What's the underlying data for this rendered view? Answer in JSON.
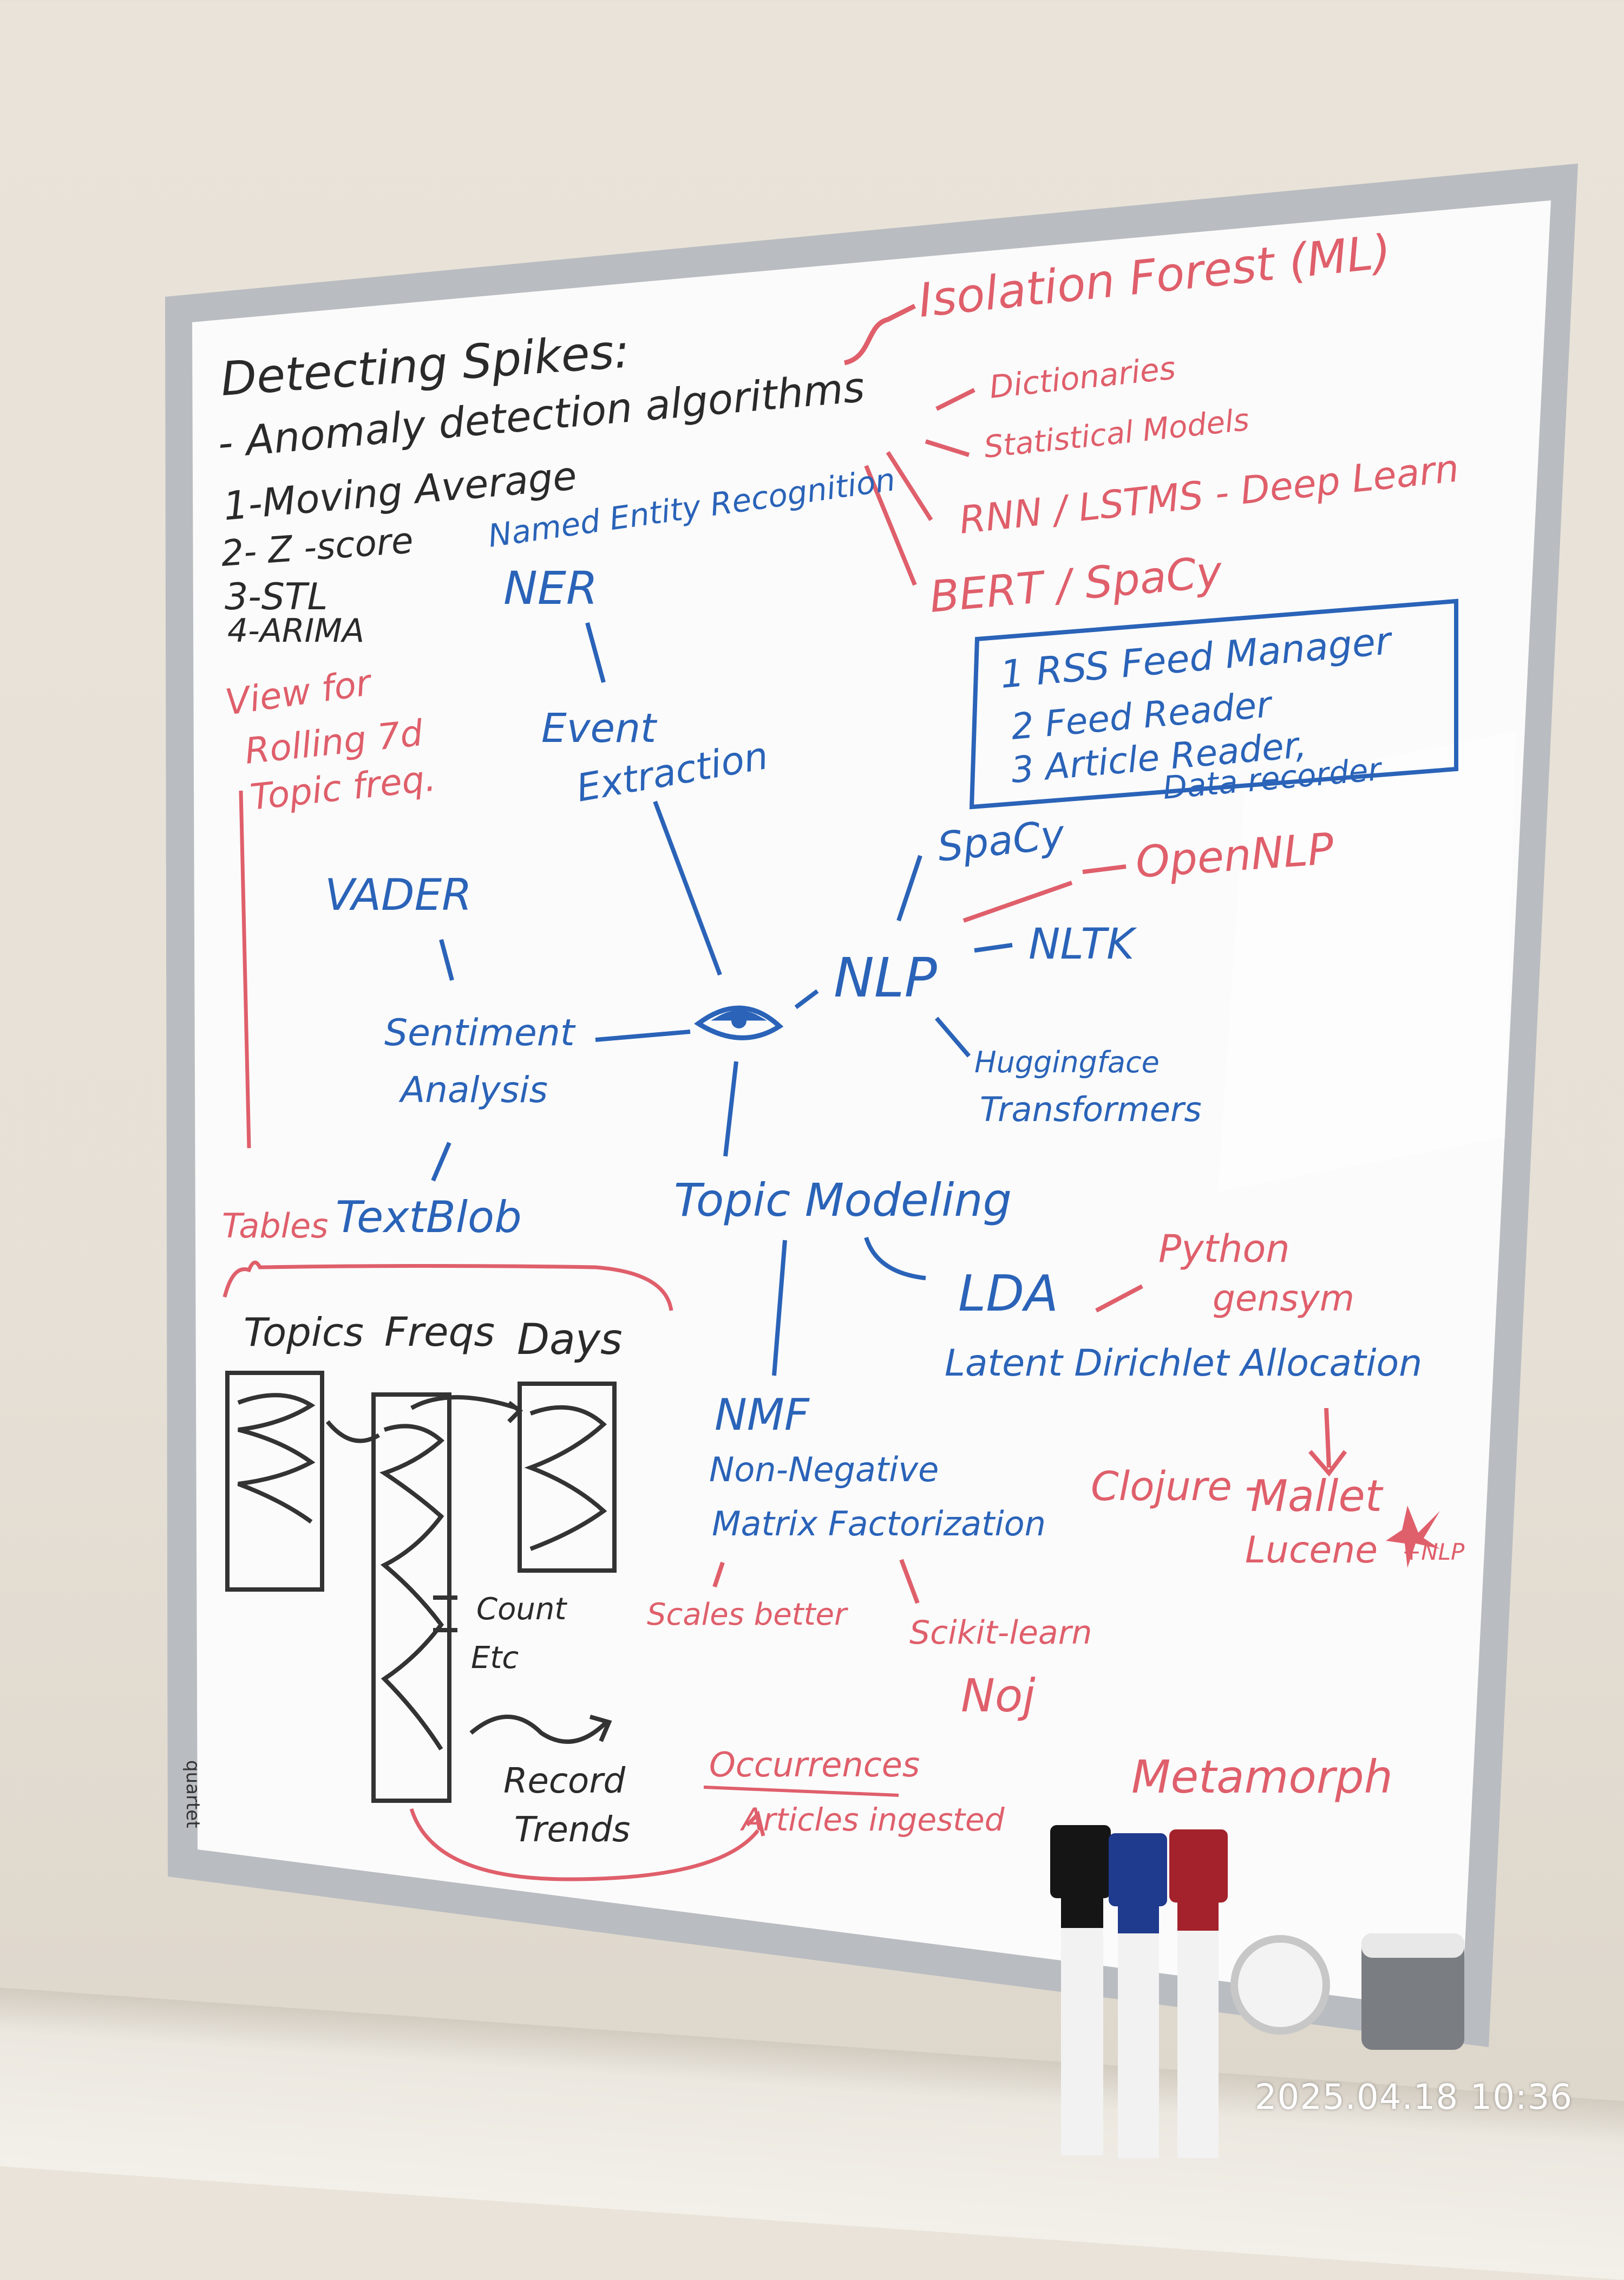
{
  "board": {
    "brand": "quartet",
    "anomaly": {
      "title": "Detecting Spikes:",
      "subtitle": "- Anomaly detection algorithms",
      "items": [
        "1-Moving Average",
        "2- Z -score",
        "3-STL",
        "4-ARIMA"
      ]
    },
    "isolation_forest": "Isolation Forest (ML)",
    "ner": {
      "title": "Named Entity Recognition",
      "abbr": "NER",
      "methods": [
        "Dictionaries",
        "Statistical Models",
        "RNN / LSTMS - Deep Learn",
        "BERT / SpaCy"
      ]
    },
    "event": {
      "line1": "Event",
      "line2": "Extraction"
    },
    "rss_box": {
      "items": [
        "1 RSS Feed Manager",
        "2 Feed Reader",
        "3 Article Reader,",
        "Data recorder"
      ]
    },
    "rolling": {
      "line1": "View for",
      "line2": "Rolling 7d",
      "line3": "Topic freq."
    },
    "nlp": {
      "center": "NLP",
      "libs": {
        "spacy": "SpaCy",
        "opennlp": "OpenNLP",
        "nltk": "NLTK",
        "hf_line1": "Huggingface",
        "hf_line2": "Transformers"
      }
    },
    "sentiment": {
      "vader": "VADER",
      "line1": "Sentiment",
      "line2": "Analysis",
      "textblob": "TextBlob"
    },
    "topic": {
      "title": "Topic Modeling",
      "lda": "LDA",
      "lda_full": "Latent Dirichlet Allocation",
      "python": "Python",
      "gensym": "gensym",
      "clojure": "Clojure -",
      "mallet": "Mallet",
      "lucene": "Lucene",
      "nlp_note": "+NLP",
      "nmf": "NMF",
      "nmf_line1": "Non-Negative",
      "nmf_line2": "Matrix Factorization",
      "scales": "Scales better",
      "sklearn": "Scikit-learn",
      "noj": "Noj",
      "metamorph": "Metamorph"
    },
    "tables": {
      "label": "Tables",
      "headers": [
        "Topics",
        "Freqs",
        "Days"
      ],
      "count": "Count",
      "etc": "Etc",
      "trend_line1": "Record",
      "trend_line2": "Trends",
      "occ": "Occurrences",
      "ingested": "Articles ingested"
    },
    "timestamp": "2025.04.18 10:36",
    "colors": {
      "black": "#2a2a2a",
      "blue": "#2a63b8",
      "red": "#df5f6b",
      "frame": "#b9bcc0",
      "board": "#fbfbfb"
    }
  }
}
